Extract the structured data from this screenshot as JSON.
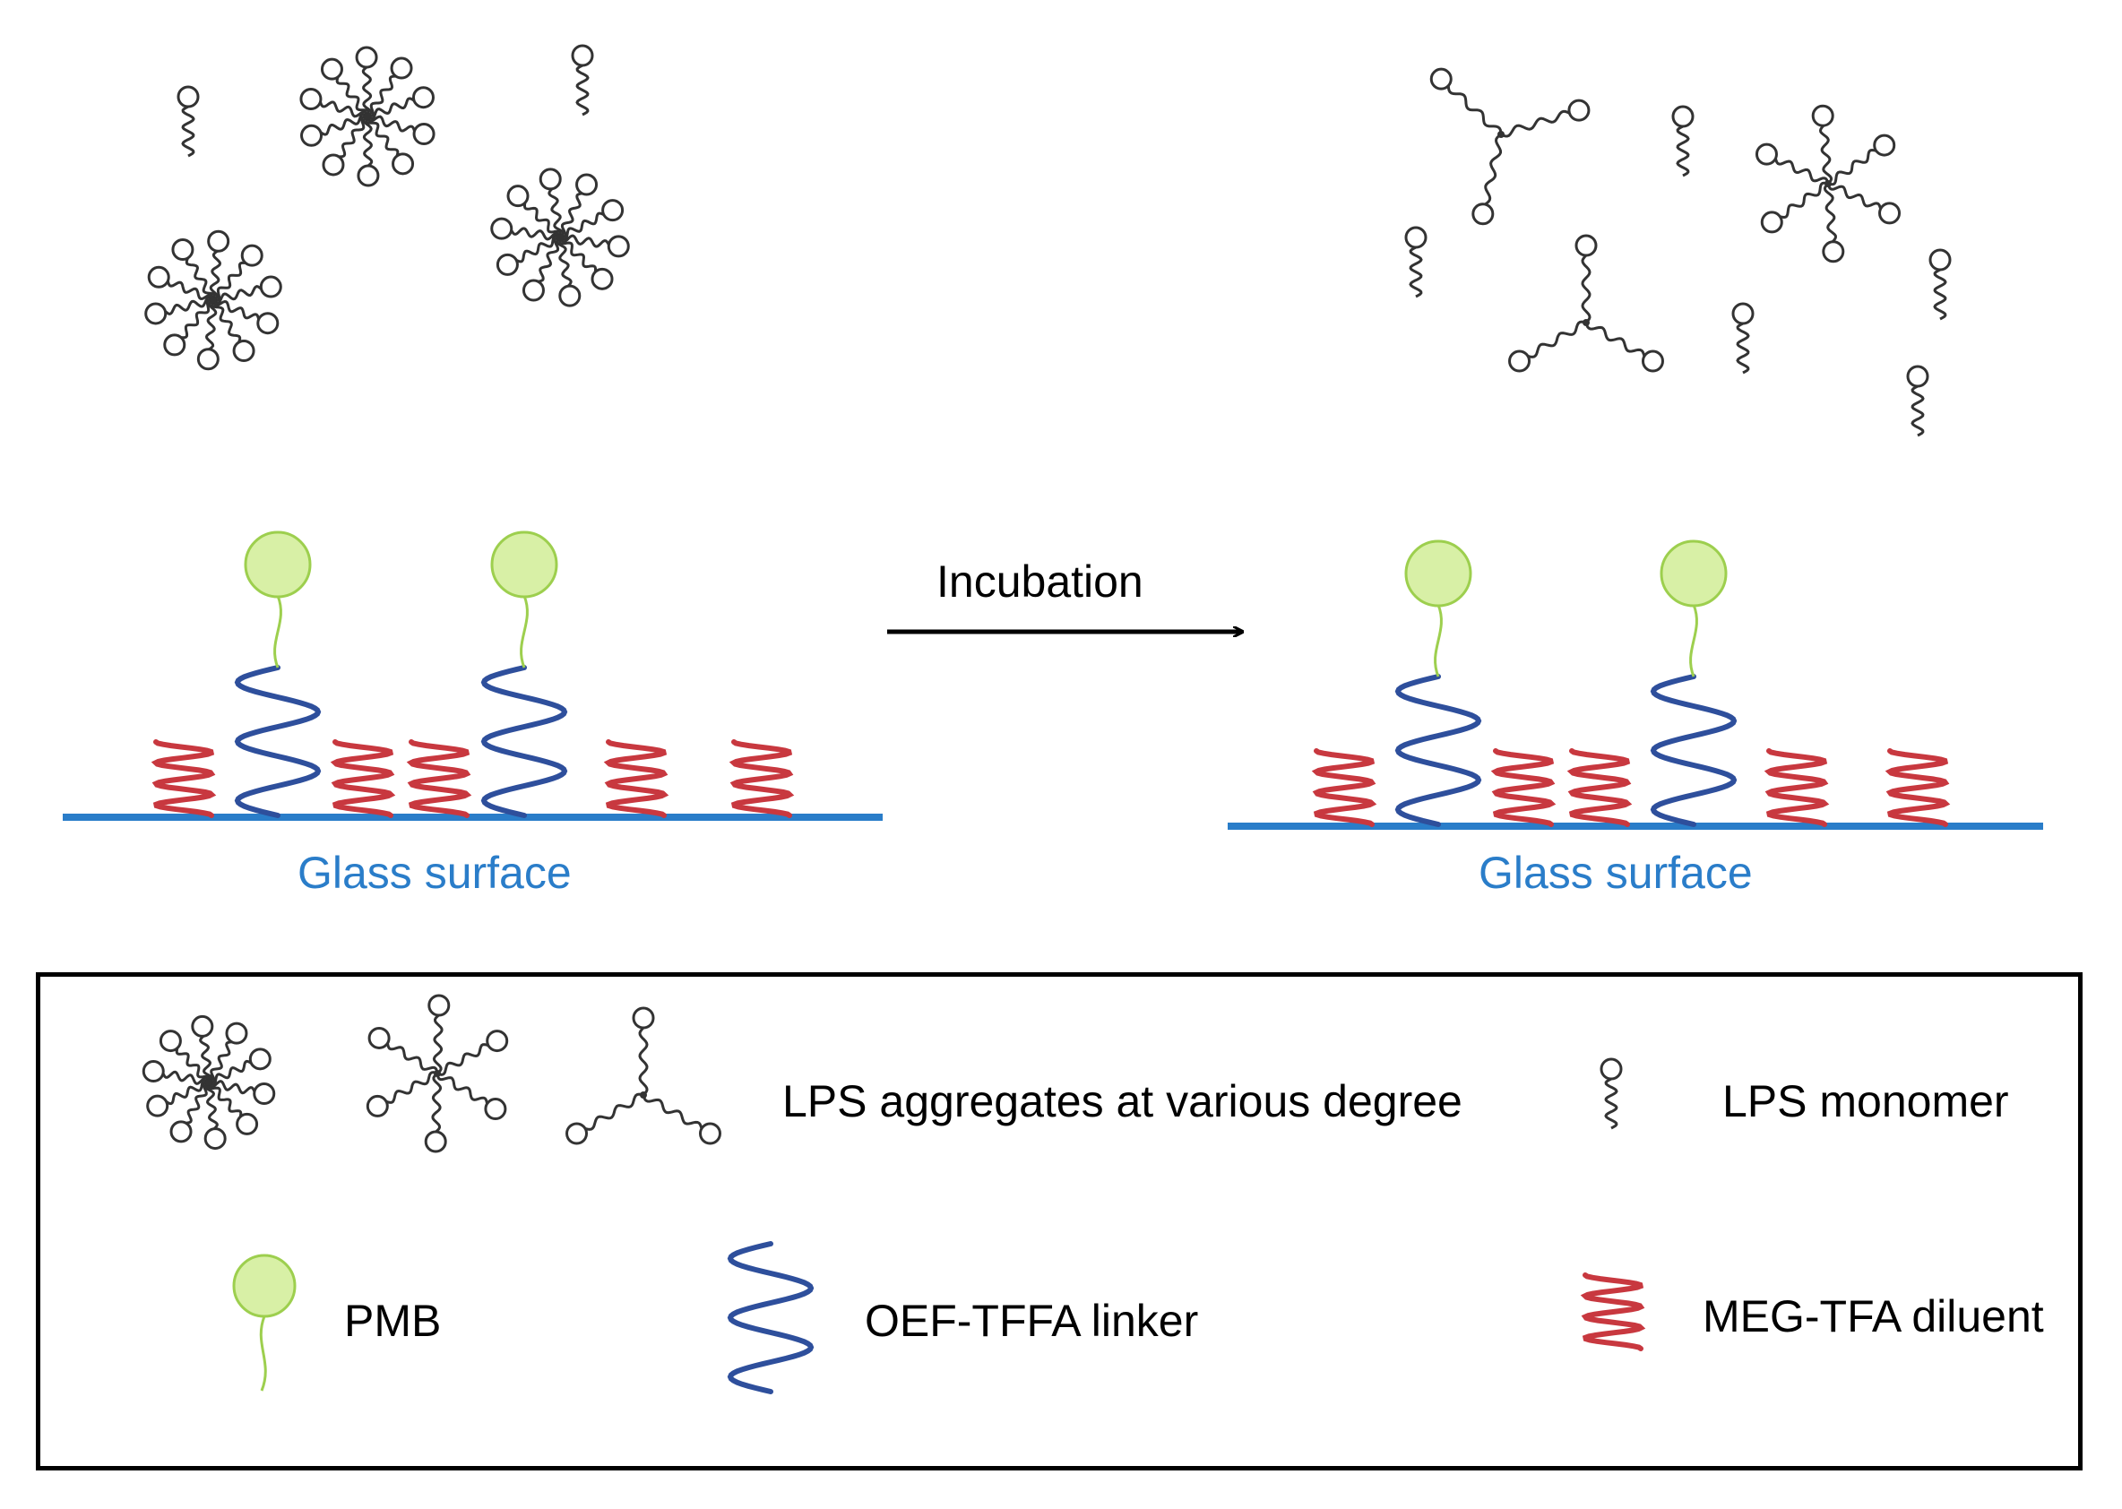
{
  "labels": {
    "incubation": "Incubation",
    "glass_left": "Glass surface",
    "glass_right": "Glass surface"
  },
  "legend": {
    "lps_aggregates": "LPS aggregates at various degree",
    "lps_monomer": "LPS monomer",
    "pmb": "PMB",
    "linker": "OEF-TFFA linker",
    "diluent": "MEG-TFA diluent"
  },
  "colors": {
    "glass": "#2a7dc9",
    "linker": "#2e4f9c",
    "diluent": "#c8383f",
    "pmb_fill": "#d8f0a6",
    "pmb_stroke": "#9dcf4e",
    "lps": "#333333"
  }
}
